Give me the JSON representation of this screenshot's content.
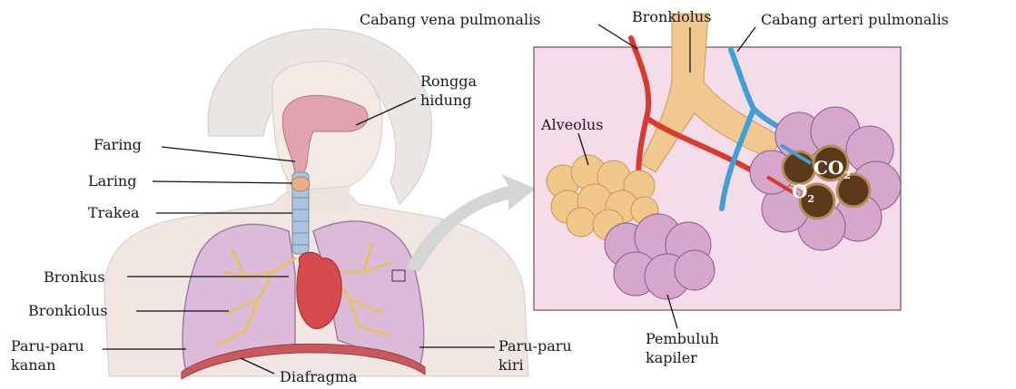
{
  "labels": {
    "rongga_hidung": [
      "Rongga",
      "hidung"
    ],
    "faring": "Faring",
    "laring": "Laring",
    "trakea": "Trakea",
    "bronkus": "Bronkus",
    "bronkiolus_left": "Bronkiolus",
    "paru_kanan": [
      "Paru-paru",
      "kanan"
    ],
    "diafragma": "Diafragma",
    "paru_kiri": [
      "Paru-paru",
      "kiri"
    ],
    "cabang_vena": "Cabang vena pulmonalis",
    "bronkiolus_top": "Bronkiolus",
    "cabang_arteri": "Cabang arteri pulmonalis",
    "alveolus": "Alveolus",
    "pembuluh_kapiler": [
      "Pembuluh",
      "kapiler"
    ],
    "co2": "CO",
    "co2_sub": "2",
    "o2": "O",
    "o2_sub": "2"
  },
  "colors": {
    "skin": "#f2e8e3",
    "lung": "#d9b6d8",
    "heart": "#d9444a",
    "bronchi": "#e8c67a",
    "inset_bg": "#f3dde8",
    "artery": "#3fa0d8",
    "vein": "#d83a2e",
    "alveolus": "#f0c88a"
  }
}
